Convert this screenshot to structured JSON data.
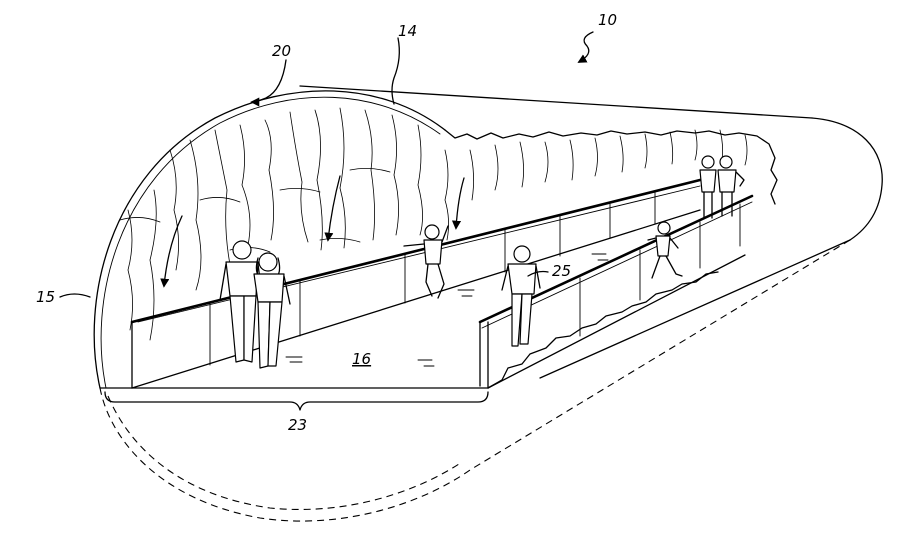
{
  "figure": {
    "reference_numerals": {
      "assembly": "10",
      "outer_shell": "14",
      "inner_wall": "15",
      "walkway": "16",
      "ceiling": "20",
      "walkway_width": "23",
      "handrail": "25"
    }
  }
}
